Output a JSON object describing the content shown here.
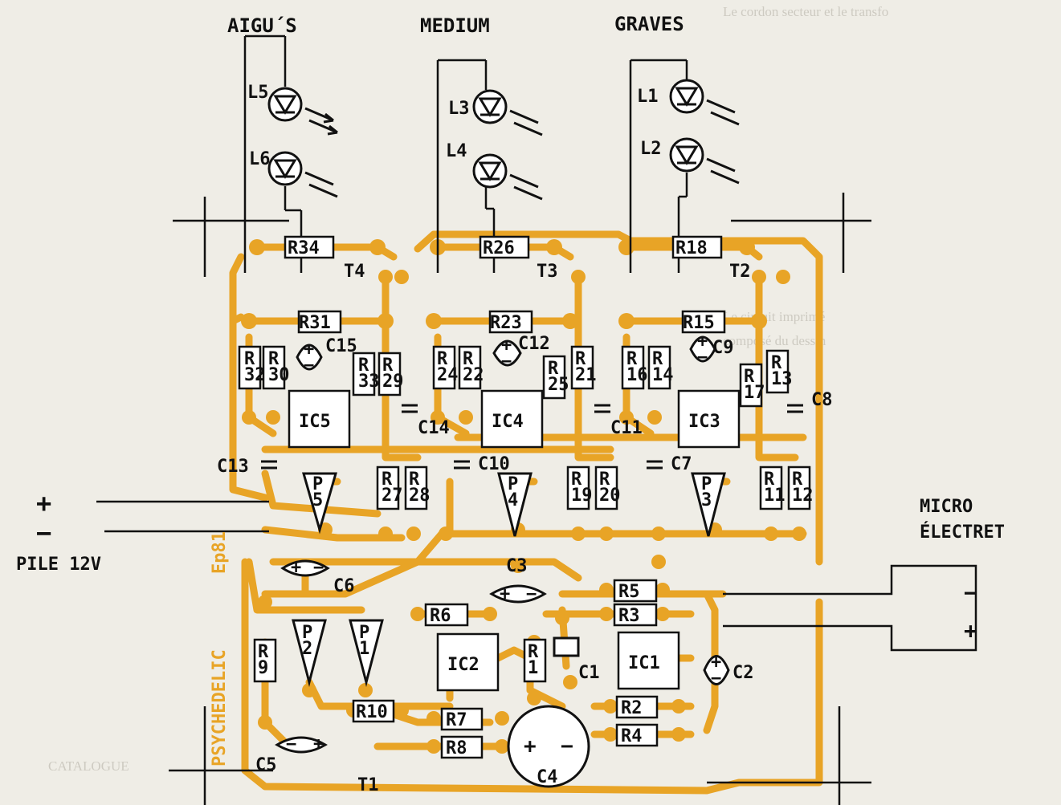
{
  "header": {
    "aigus": "AIGU´S",
    "medium": "MEDIUM",
    "graves": "GRAVES"
  },
  "side_labels": {
    "plus": "+",
    "minus": "−",
    "battery": "PILE 12V",
    "mic_line1": "MICRO",
    "mic_line2": "ÉLECTRET",
    "mic_plus": "+",
    "mic_minus": "−"
  },
  "vertical_text": {
    "title": "PSYCHEDELIC",
    "code": "Ep81"
  },
  "leds": [
    "L5",
    "L6",
    "L3",
    "L4",
    "L1",
    "L2"
  ],
  "resistors": {
    "r34": "R34",
    "r26": "R26",
    "r18": "R18",
    "r31": "R31",
    "r23": "R23",
    "r15": "R15",
    "r32": "R\n32",
    "r30": "R\n30",
    "r33": "R\n33",
    "r29": "R\n29",
    "r24": "R\n24",
    "r22": "R\n22",
    "r25": "R\n25",
    "r21": "R\n21",
    "r16": "R\n16",
    "r14": "R\n14",
    "r17": "R\n17",
    "r13": "R\n13",
    "r27": "R\n27",
    "r28": "R\n28",
    "r19": "R\n19",
    "r20": "R\n20",
    "r11": "R\n11",
    "r12": "R\n12",
    "r6": "R6",
    "r5": "R5",
    "r3": "R3",
    "r9": "R\n9",
    "r1": "R\n1",
    "r10": "R10",
    "r7": "R7",
    "r8": "R8",
    "r2": "R2",
    "r4": "R4"
  },
  "transistors": [
    "T4",
    "T3",
    "T2",
    "T1"
  ],
  "ics": [
    "IC5",
    "IC4",
    "IC3",
    "IC2",
    "IC1"
  ],
  "capacitors": [
    "C15",
    "C12",
    "C9",
    "C14",
    "C11",
    "C8",
    "C13",
    "C10",
    "C7",
    "C6",
    "C3",
    "C1",
    "C2",
    "C5",
    "C4"
  ],
  "pots": [
    "P\n5",
    "P\n4",
    "P\n3",
    "P\n2",
    "P\n1"
  ],
  "colors": {
    "trace": "#e8a426",
    "paper": "#efede6",
    "ink": "#111111"
  }
}
